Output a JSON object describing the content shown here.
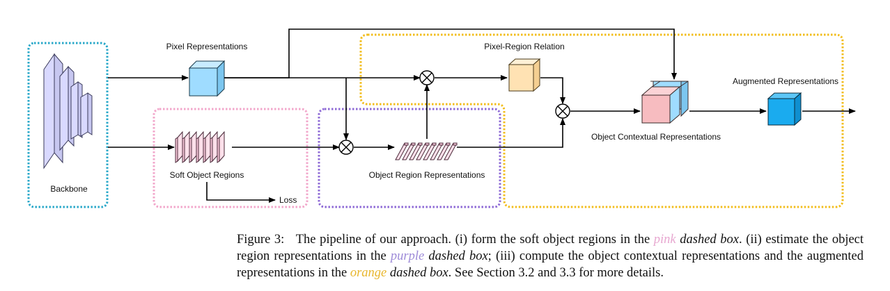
{
  "labels": {
    "pixel_representations": "Pixel Representations",
    "pixel_region_relation": "Pixel-Region Relation",
    "augmented_representations": "Augmented Representations",
    "object_contextual_representations": "Object Contextual Representations",
    "soft_object_regions": "Soft Object Regions",
    "object_region_representations": "Object Region Representations",
    "backbone": "Backbone",
    "loss": "Loss"
  },
  "caption": {
    "figure_label": "Figure 3:",
    "part1": "The pipeline of our approach. (i) form the soft object regions in the",
    "pink": "pink",
    "dashed_box_1": "dashed box",
    "part2": ". (ii) estimate the object region representations in the",
    "purple": "purple",
    "dashed_box_2": "dashed box",
    "part3": "; (iii) compute the object contextual representations and the augmented representations in the",
    "orange": "orange",
    "dashed_box_3": "dashed",
    "box_word": "box",
    "part4": ". See Section 3.2 and 3.3 for more details."
  },
  "colors": {
    "backbone_box": "#2aa8c9",
    "pink_box": "#f2a7cb",
    "purple_box": "#8e6ad6",
    "orange_box": "#f2bd1c",
    "pixel_cube": "#9fdcff",
    "relation_cube": "#ffe2b3",
    "object_context_pink": "#f7bcc0",
    "object_context_blue": "#9fdcff",
    "augmented_cube": "#1aabef",
    "backbone_layers": "#d9d9ff",
    "region_slices": "#fde0ea"
  }
}
